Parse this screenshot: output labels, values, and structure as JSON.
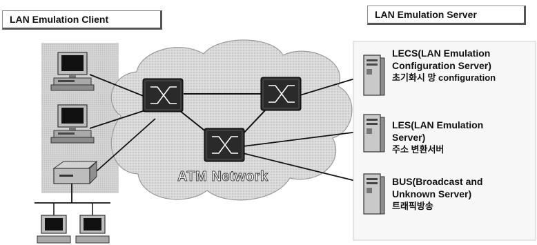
{
  "client_title": "LAN Emulation Client",
  "server_title": "LAN Emulation Server",
  "network_label": "ATM Network",
  "servers": {
    "lecs": {
      "line1": "LECS(LAN Emulation",
      "line2": "Configuration Server)",
      "desc": "초기화시 망 configuration"
    },
    "les": {
      "line1": "LES(LAN Emulation",
      "line2": "Server)",
      "desc": "주소 변환서버"
    },
    "bus": {
      "line1": "BUS(Broadcast and",
      "line2": "Unknown Server)",
      "desc": "트래픽방송"
    }
  },
  "colors": {
    "cloud_fill": "#dcdcdc",
    "switch_fill": "#2a2a2a",
    "device_fill": "#bdbdbd",
    "link": "#111111"
  },
  "icons": [
    "desktop-computer-icon",
    "lan-hub-icon",
    "atm-switch-icon",
    "server-tower-icon"
  ]
}
